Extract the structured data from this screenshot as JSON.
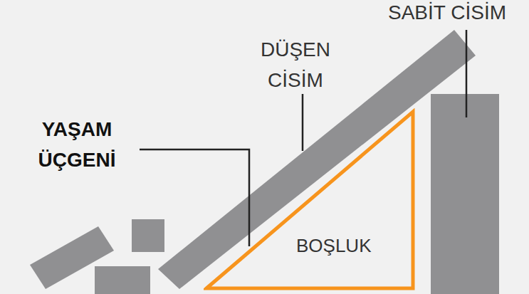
{
  "diagram": {
    "nodes": [
      {
        "text": [
          "BOŞLUK"
        ]
      }
    ],
    "labels": [
      "SABİT CİSİM",
      "DÜŞEN CİSİM",
      "YAŞAM ÜÇGENİ"
    ]
  }
}
